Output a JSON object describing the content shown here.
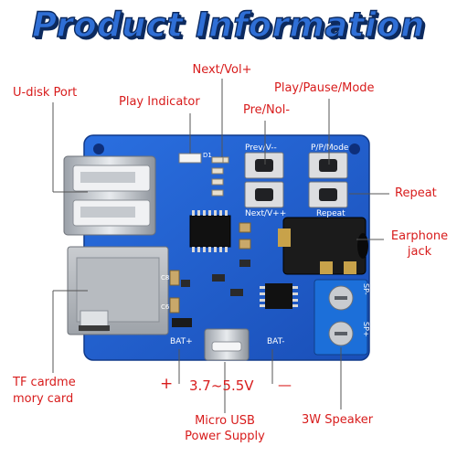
{
  "title": "Product Information",
  "labels": {
    "next_vol_plus": "Next/Vol+",
    "u_disk_port": "U-disk Port",
    "play_indicator": "Play Indicator",
    "play_pause_mode": "Play/Pause/Mode",
    "pre_vol_minus": "Pre/Nol-",
    "repeat": "Repeat",
    "earphone_jack_line1": "Earphone",
    "earphone_jack_line2": "jack",
    "tf_card_line1": "TF cardme",
    "tf_card_line2": "mory card",
    "micro_usb_line1": "Micro USB",
    "micro_usb_line2": "Power Supply",
    "speaker": "3W Speaker"
  },
  "power": {
    "plus": "+",
    "voltage": "3.7~5.5V",
    "minus": "—"
  },
  "board_silkscreen": {
    "prev": "Prev/V--",
    "ppmode": "P/P/Mode",
    "next": "Next/V++",
    "repeat": "Repeat",
    "bat_plus": "BAT+",
    "bat_minus": "BAT-",
    "sp_minus": "SP-",
    "sp_plus": "SP+",
    "d1": "D1",
    "c6": "C6",
    "c8": "C8"
  },
  "colors": {
    "label_red": "#d81c1c",
    "title_blue": "#2f6fd6",
    "pcb_blue": "#1f5fcf"
  }
}
